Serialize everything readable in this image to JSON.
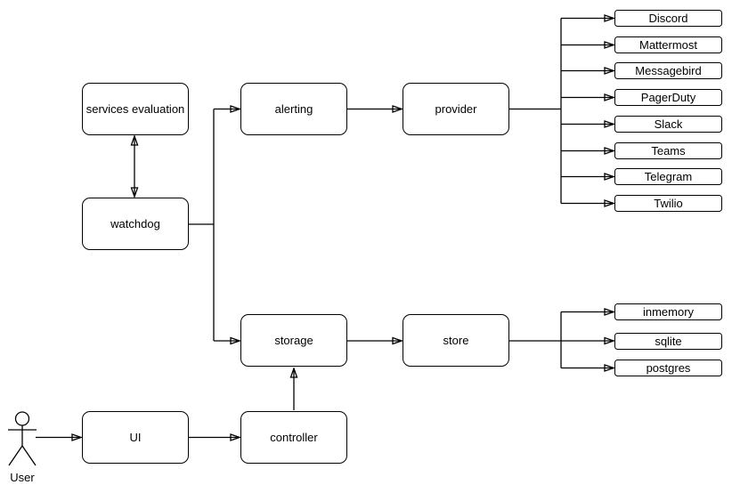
{
  "nodes": {
    "services_evaluation": {
      "label": "services evaluation"
    },
    "watchdog": {
      "label": "watchdog"
    },
    "alerting": {
      "label": "alerting"
    },
    "provider": {
      "label": "provider"
    },
    "storage": {
      "label": "storage"
    },
    "store": {
      "label": "store"
    },
    "ui": {
      "label": "UI"
    },
    "controller": {
      "label": "controller"
    }
  },
  "provider_backends": [
    "Discord",
    "Mattermost",
    "Messagebird",
    "PagerDuty",
    "Slack",
    "Teams",
    "Telegram",
    "Twilio"
  ],
  "store_backends": [
    "inmemory",
    "sqlite",
    "postgres"
  ],
  "actor": {
    "label": "User"
  },
  "edges": [
    {
      "from": "services_evaluation",
      "to": "watchdog",
      "bidirectional": true
    },
    {
      "from": "watchdog",
      "to": "alerting"
    },
    {
      "from": "watchdog",
      "to": "storage"
    },
    {
      "from": "alerting",
      "to": "provider"
    },
    {
      "from": "provider",
      "to": "Discord"
    },
    {
      "from": "provider",
      "to": "Mattermost"
    },
    {
      "from": "provider",
      "to": "Messagebird"
    },
    {
      "from": "provider",
      "to": "PagerDuty"
    },
    {
      "from": "provider",
      "to": "Slack"
    },
    {
      "from": "provider",
      "to": "Teams"
    },
    {
      "from": "provider",
      "to": "Telegram"
    },
    {
      "from": "provider",
      "to": "Twilio"
    },
    {
      "from": "storage",
      "to": "store"
    },
    {
      "from": "store",
      "to": "inmemory"
    },
    {
      "from": "store",
      "to": "sqlite"
    },
    {
      "from": "store",
      "to": "postgres"
    },
    {
      "from": "controller",
      "to": "storage"
    },
    {
      "from": "ui",
      "to": "controller"
    },
    {
      "from": "user",
      "to": "ui"
    }
  ],
  "colors": {
    "stroke": "#000000",
    "node_fill": "#ffffff",
    "background": "#ffffff",
    "text": "#000000"
  }
}
